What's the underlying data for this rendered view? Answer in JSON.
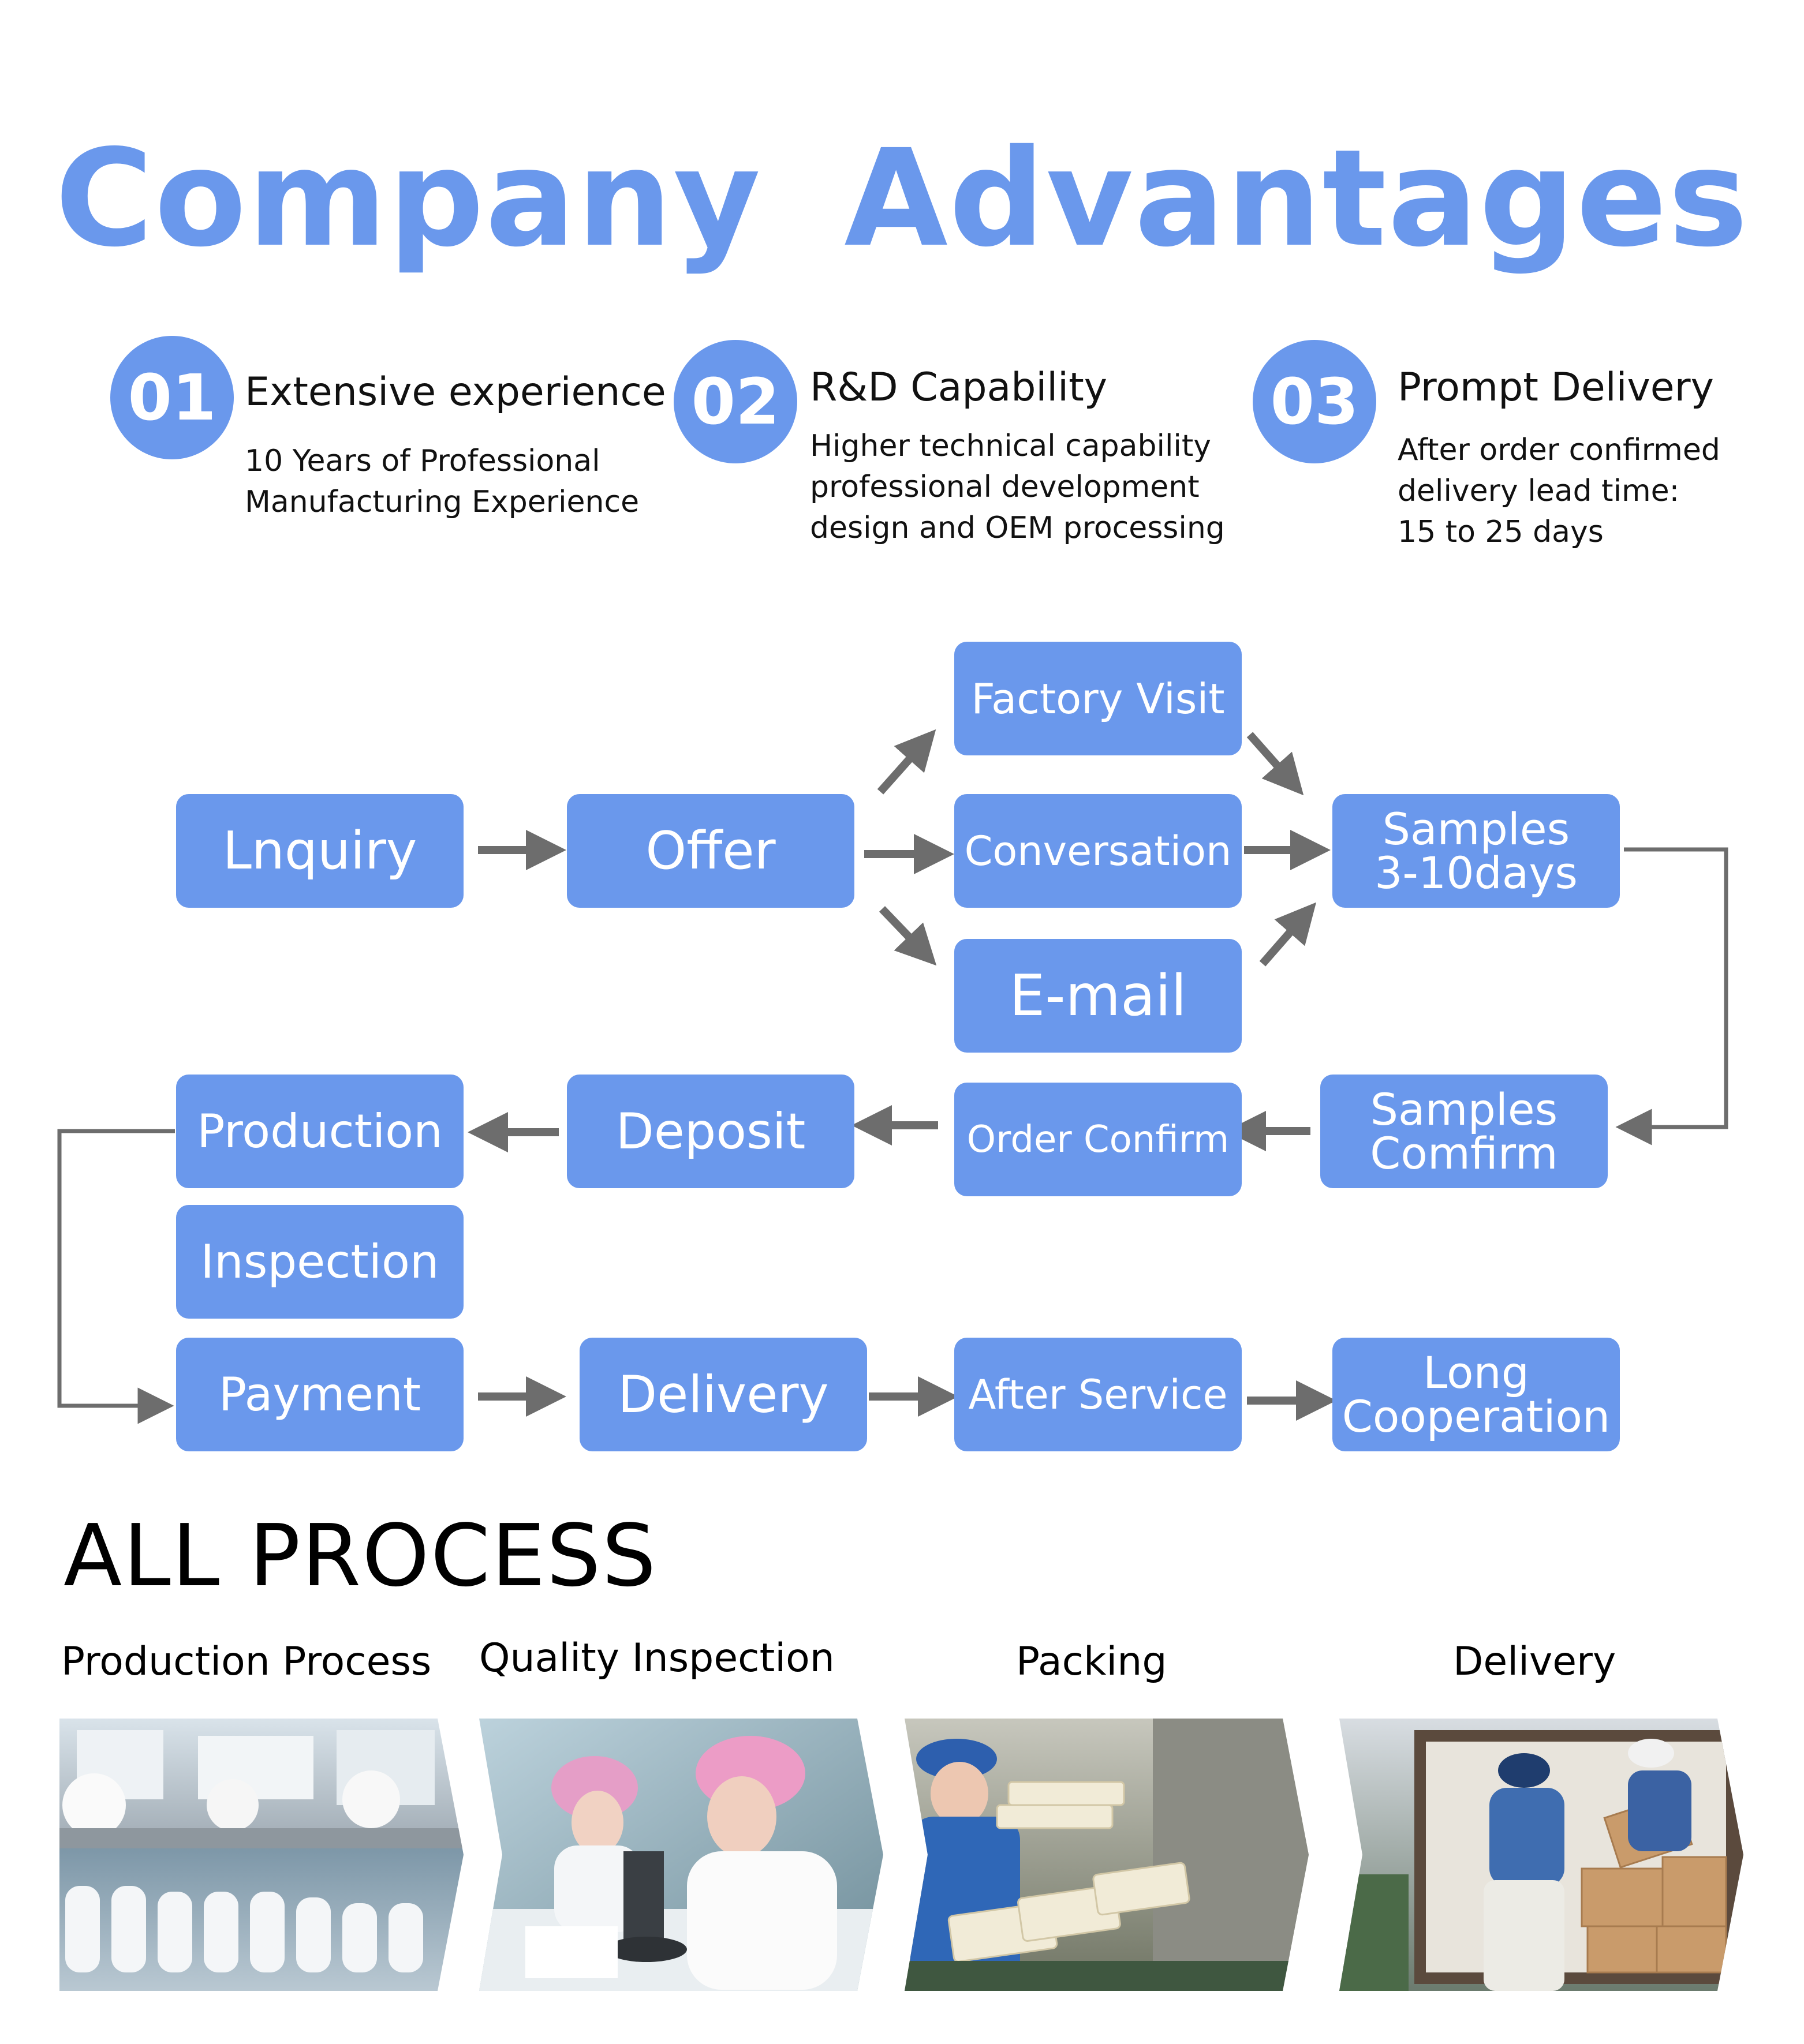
{
  "title": "Company  Advantages",
  "advantages": [
    {
      "number": "01",
      "heading": "Extensive experience",
      "lines": [
        "10 Years of Professional",
        "Manufacturing Experience"
      ]
    },
    {
      "number": "02",
      "heading": "R&D Capability",
      "lines": [
        "Higher technical capability",
        "professional development",
        "design and OEM processing"
      ]
    },
    {
      "number": "03",
      "heading": "Prompt Delivery",
      "lines": [
        "After order confirmed",
        "delivery lead time:",
        "15 to 25 days"
      ]
    }
  ],
  "flow": {
    "inquiry": "Lnquiry",
    "offer": "Offer",
    "factory_visit": "Factory Visit",
    "conversation": "Conversation",
    "email": "E-mail",
    "samples": [
      "Samples",
      "3-10days"
    ],
    "samples_confirm": [
      "Samples",
      "Comfirm"
    ],
    "order_confirm": "Order Confirm",
    "deposit": "Deposit",
    "production": "Production",
    "inspection": "Inspection",
    "payment": "Payment",
    "delivery": "Delivery",
    "after_service": "After Service",
    "long_cooperation": [
      "Long",
      "Cooperation"
    ]
  },
  "all_process": {
    "heading": "ALL PROCESS",
    "stages": [
      "Production Process",
      "Quality Inspection",
      "Packing",
      "Delivery"
    ]
  },
  "colors": {
    "accent": "#6a98ec",
    "arrow": "#6d6d6d",
    "text": "#111111"
  }
}
